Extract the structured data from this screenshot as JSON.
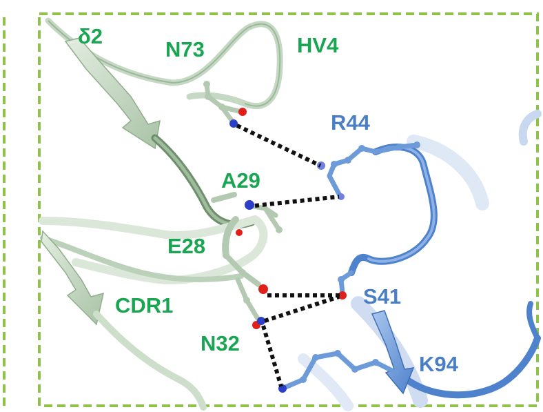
{
  "labels": {
    "chain_delta2": "δ2",
    "n73": "N73",
    "hv4": "HV4",
    "r44": "R44",
    "a29": "A29",
    "e28": "E28",
    "s41": "S41",
    "cdr1": "CDR1",
    "n32": "N32",
    "k94": "K94"
  },
  "colors": {
    "frame_dash": "#8fc24a",
    "green_label": "#1aa552",
    "blue_label": "#4a7fc4",
    "green_ribbon": "#c5d8c3",
    "blue_ribbon": "#6d9ad8",
    "oxygen": "#e0201b",
    "nitrogen": "#2c3fc8",
    "hbond": "#111111"
  }
}
